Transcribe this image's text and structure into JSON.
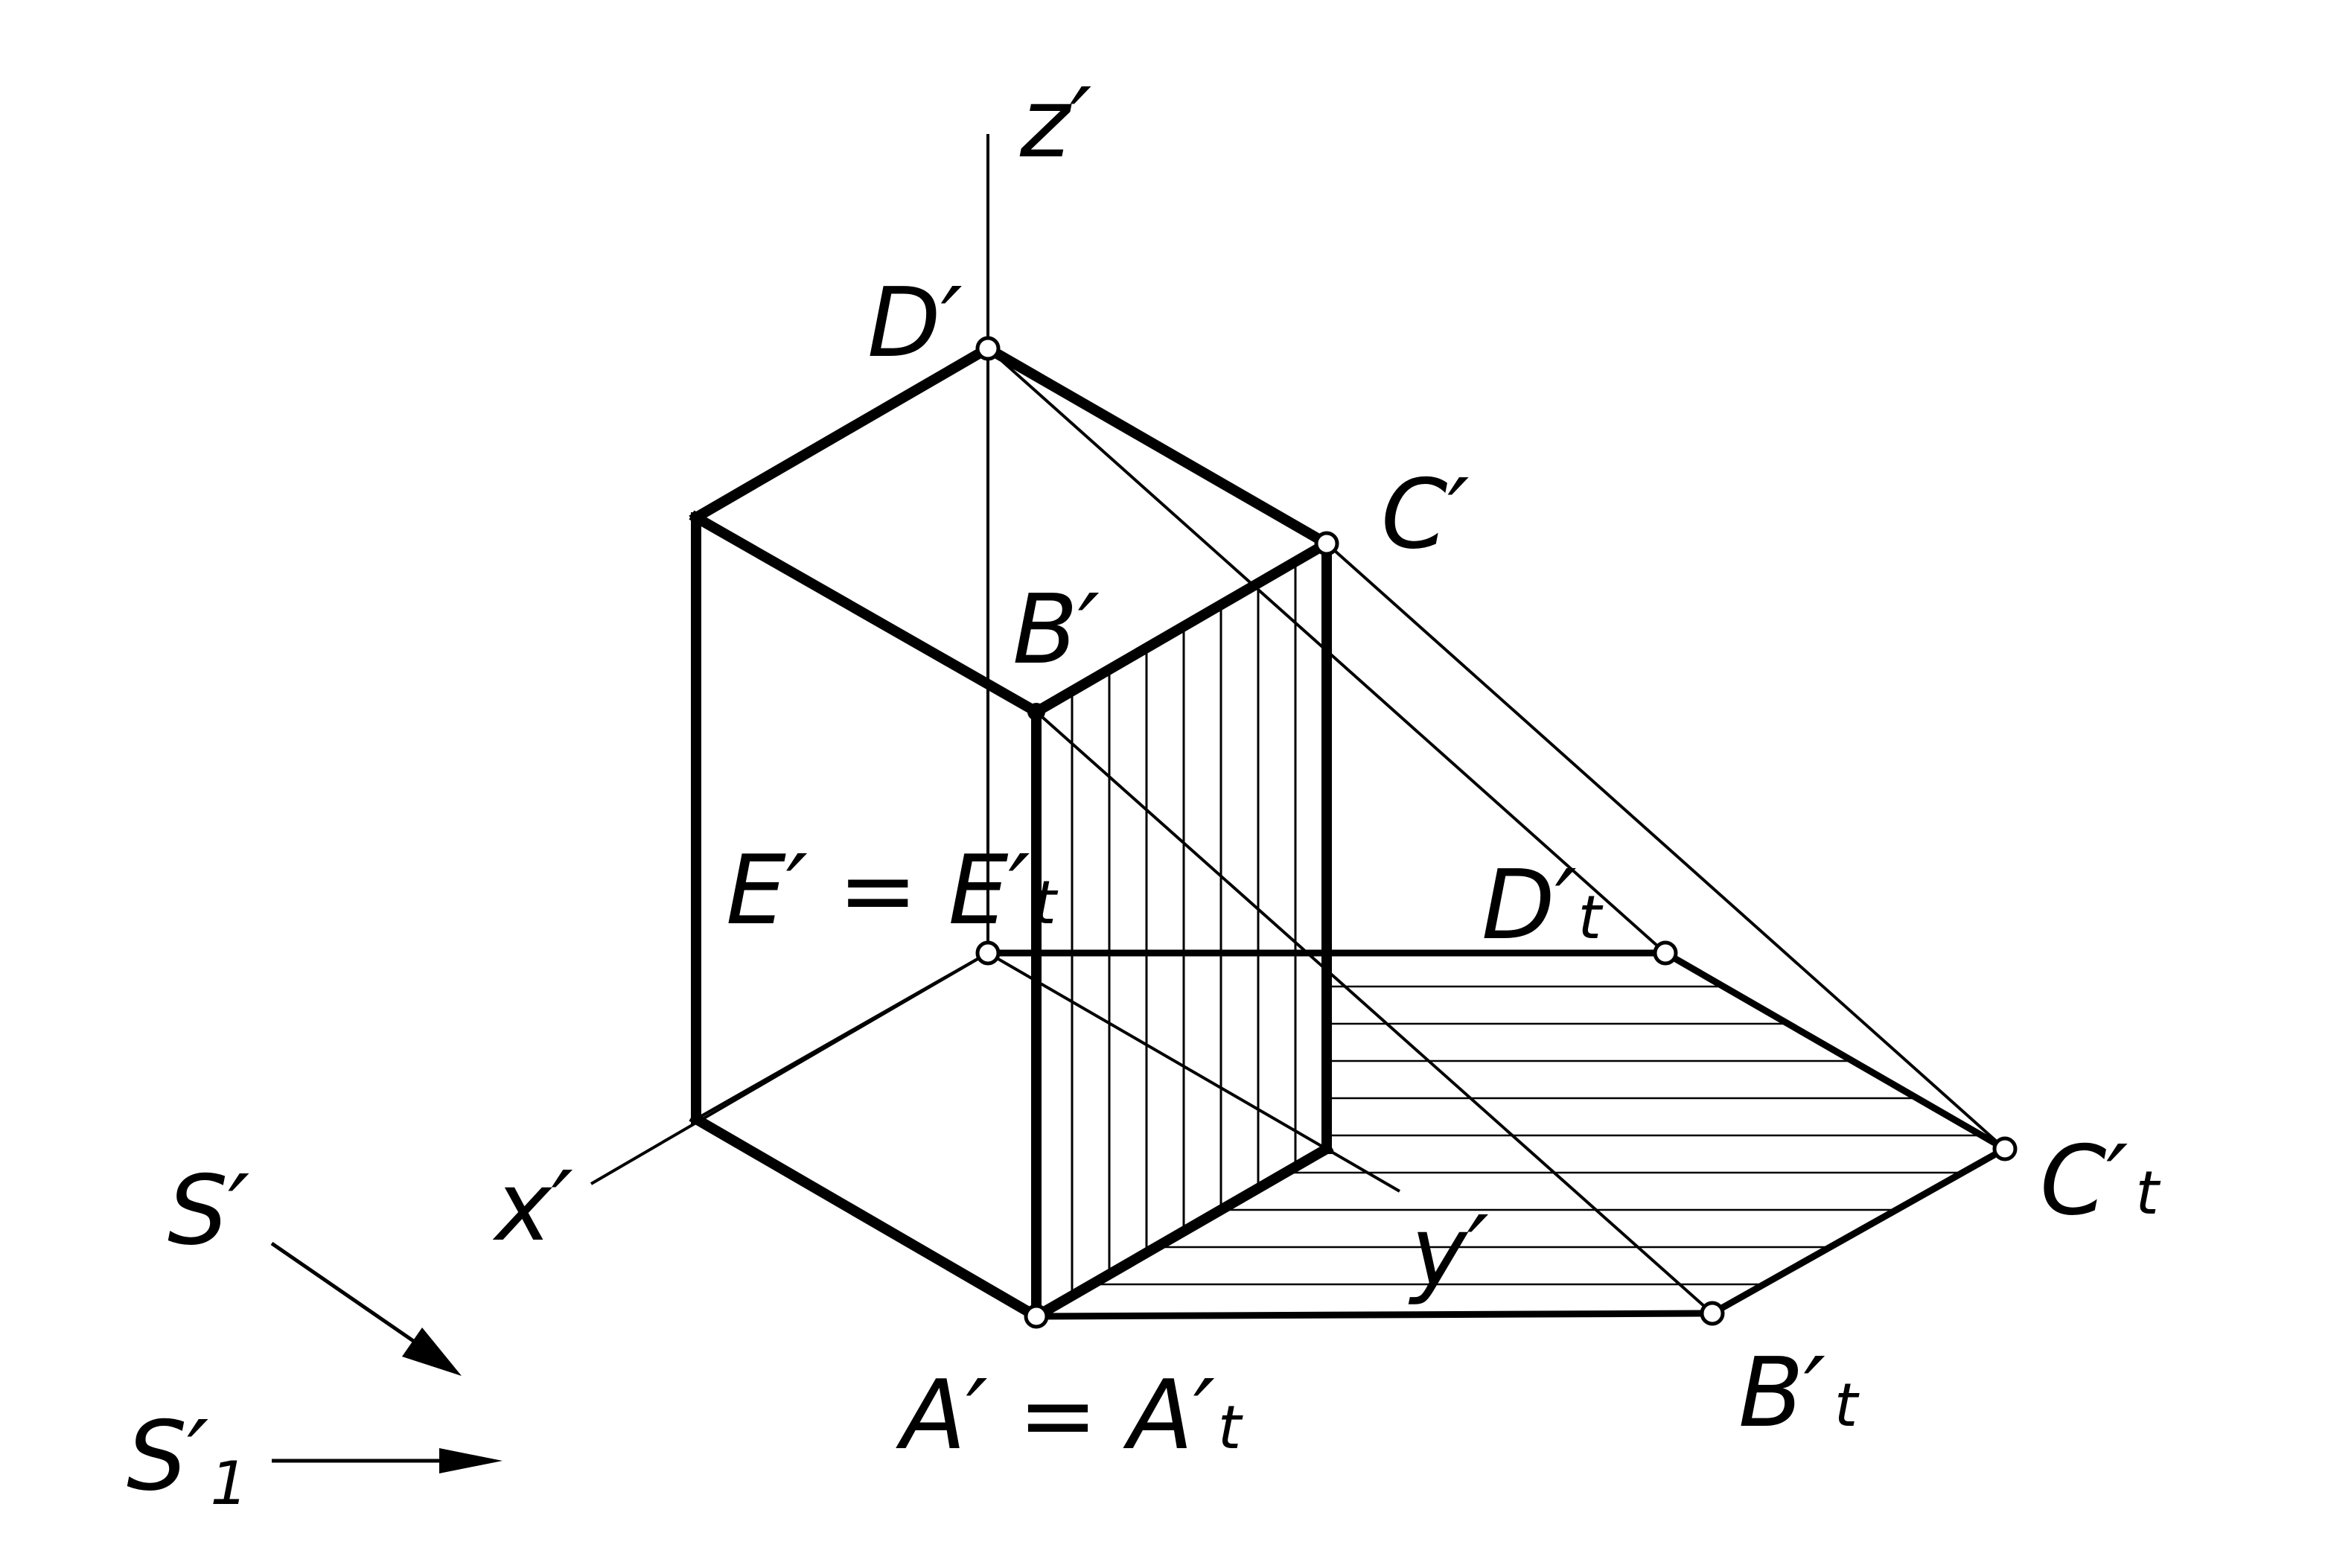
{
  "diagram": {
    "colors": {
      "ink": "#000000",
      "background": "#ffffff"
    },
    "axes": {
      "z": "z′",
      "x": "x′",
      "y": "y′"
    },
    "points": {
      "D": "D′",
      "C": "C′",
      "B": "B′",
      "E_eq": "E′ = E′",
      "E_sub": "t",
      "Dt": "D′",
      "Dt_sub": "t",
      "Ct": "C′",
      "Ct_sub": "t",
      "A_eq": "A′ = A′",
      "A_sub": "t",
      "Bt": "B′",
      "Bt_sub": "t"
    },
    "directions": {
      "S": "S′",
      "S1": "S′",
      "S1_sub": "1"
    }
  }
}
